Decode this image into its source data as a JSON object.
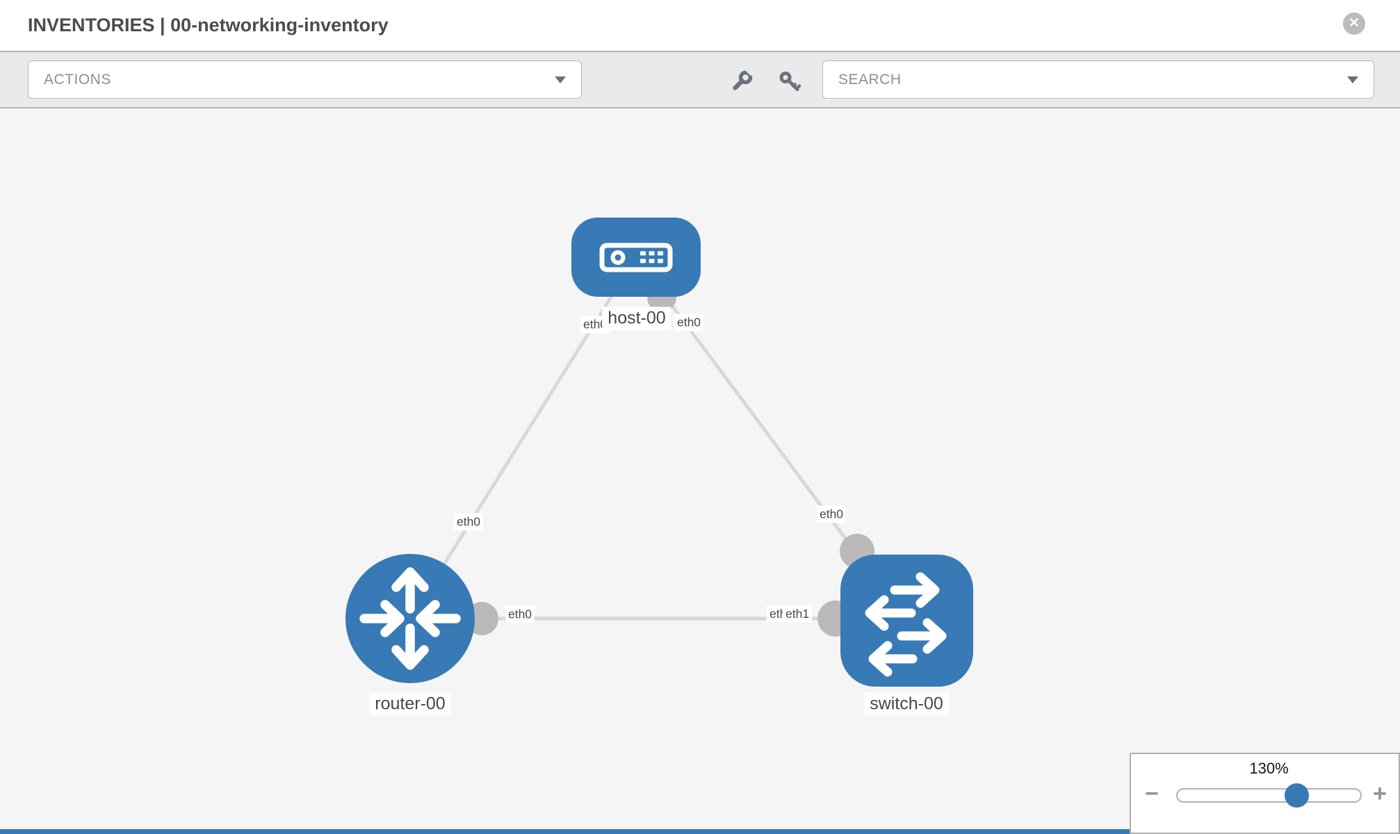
{
  "header": {
    "title": "INVENTORIES | 00-networking-inventory"
  },
  "toolbar": {
    "actions_label": "ACTIONS",
    "search_label": "SEARCH"
  },
  "canvas": {
    "nodes": [
      {
        "label": "host-00",
        "type": "host",
        "shape": "rounded-square"
      },
      {
        "label": "router-00",
        "type": "router",
        "shape": "circle"
      },
      {
        "label": "switch-00",
        "type": "switch",
        "shape": "rounded-square"
      }
    ],
    "links": [
      {
        "from": "host-00",
        "to": "router-00",
        "from_interface": "eth0",
        "to_interface": "eth0"
      },
      {
        "from": "host-00",
        "to": "switch-00",
        "from_interface": "eth0",
        "to_interface": "eth0"
      },
      {
        "from": "router-00",
        "to": "switch-00",
        "from_interface": "eth0",
        "to_interface": "eth1"
      }
    ],
    "chips": [
      "eth0",
      "eth0",
      "eth0",
      "eth0",
      "eth0",
      "eth0",
      "eth1"
    ]
  },
  "zoom_control": {
    "level": "130%"
  },
  "icons": {
    "close": "✕",
    "minus": "−",
    "plus": "+",
    "caret_down": "css-triangle",
    "wrench": "inline-svg",
    "key": "inline-svg",
    "host": "inline-svg-server-face",
    "router": "inline-svg-four-arrows",
    "switch": "inline-svg-crossing-arrows"
  },
  "colors": {
    "node_blue": "#377ab5",
    "link_gray": "#d8d8d8",
    "connector_gray": "#b9b9b9",
    "canvas_bg": "#f5f5f5",
    "toolbar_bg": "#eaeaea",
    "label_text": "#484848",
    "title_text": "#4f4b4b"
  }
}
